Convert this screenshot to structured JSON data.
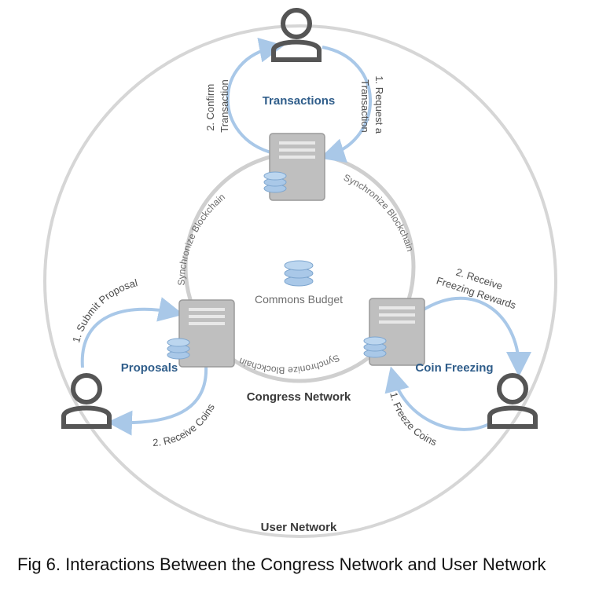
{
  "networks": {
    "user": "User Network",
    "congress": "Congress Network"
  },
  "center": {
    "label": "Commons Budget",
    "icon": "coin-stack-icon"
  },
  "sync_label": "Synchronize Blockchain",
  "nodes": {
    "transactions": {
      "title": "Transactions",
      "step1": "1. Request a Transaction",
      "step1_lines": [
        "1. Request a",
        "Transaction"
      ],
      "step2": "2. Confirm Transaction",
      "step2_lines": [
        "2. Confirm",
        "Transaction"
      ]
    },
    "proposals": {
      "title": "Proposals",
      "step1": "1. Submit Proposal",
      "step2": "2. Receive Coins"
    },
    "coin_freezing": {
      "title": "Coin Freezing",
      "step1": "1. Freeze Coins",
      "step2": "2. Receive Freezing Rewards",
      "step2_lines": [
        "2. Receive",
        "Freezing Rewards"
      ]
    }
  },
  "caption": "Fig 6. Interactions Between the Congress Network and User Network",
  "colors": {
    "outer_ring": "#d6d6d6",
    "inner_ring": "#cfcfcf",
    "arrow": "#a9c8e8",
    "accent_text": "#2f5d8a",
    "user_icon": "#555555",
    "server": "#bfbfbf"
  }
}
